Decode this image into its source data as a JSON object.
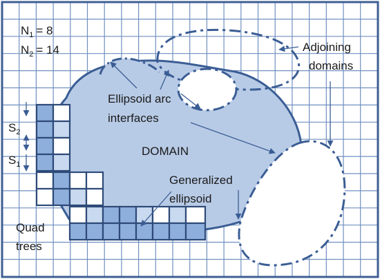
{
  "parameters": {
    "n1": {
      "symbol": "N",
      "subscript": "1",
      "value": "= 8"
    },
    "n2": {
      "symbol": "N",
      "subscript": "2",
      "value": "= 14"
    }
  },
  "labels": {
    "adjoining_line1": "Adjoining",
    "adjoining_line2": "domains",
    "interfaces_line1": "Ellipsoid arc",
    "interfaces_line2": "interfaces",
    "domain": "DOMAIN",
    "generalized_line1": "Generalized",
    "generalized_line2": "ellipsoid",
    "quad_line1": "Quad",
    "quad_line2": "trees",
    "s2": {
      "symbol": "S",
      "subscript": "2"
    },
    "s1": {
      "symbol": "S",
      "subscript": "1"
    }
  },
  "colors": {
    "grid": "#6f8fc0",
    "frame": "#3d5e92",
    "domain_fill": "#b8cbe6",
    "outline": "#3a5d94",
    "quad_fill_dark": "#8eaedb",
    "quad_fill_light": "#c9d9ef",
    "quad_border": "#2d4a78",
    "text": "#1a1a1a"
  }
}
